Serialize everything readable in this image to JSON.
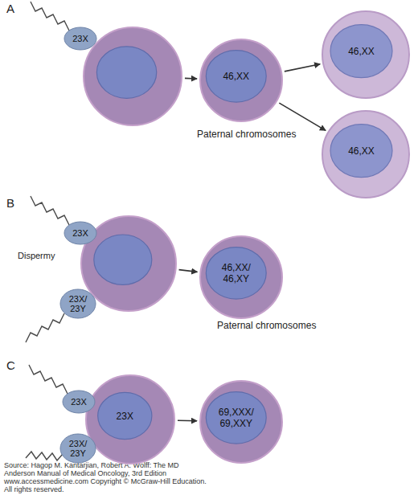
{
  "diagram": {
    "caption": "Source: Hagop M. Kantarjian, Robert A. Wolff: The MD Anderson Manual of Medical Oncology, 3rd Edition www.accessmedicine.com Copyright © McGraw-Hill Education. All rights reserved.",
    "nodes": [
      {
        "text": [
          "23X"
        ]
      },
      {
        "text": []
      },
      {
        "text": [
          "46,XX"
        ]
      },
      {
        "text": [
          "46,XX"
        ]
      },
      {
        "text": [
          "46,XX"
        ]
      },
      {
        "text": [
          "23X"
        ]
      },
      {
        "text": []
      },
      {
        "text": [
          "23X/ 23Y"
        ]
      },
      {
        "text": [
          "46,XX/ 46,XY"
        ]
      },
      {
        "text": [
          "23X"
        ]
      },
      {
        "text": [
          "23X"
        ]
      },
      {
        "text": [
          "23X/ 23Y"
        ]
      },
      {
        "text": [
          "69,XXX/ 69,XXY"
        ]
      }
    ],
    "edges": [
      {
        "from": 1,
        "to": 2,
        "arrow": "to"
      },
      {
        "from": 2,
        "to": 3,
        "arrow": "to"
      },
      {
        "from": 2,
        "to": 4,
        "arrow": "to"
      },
      {
        "from": 6,
        "to": 8,
        "arrow": "to"
      },
      {
        "from": 10,
        "to": 12,
        "arrow": "to"
      }
    ],
    "labels": [
      "A",
      "Paternal chromosomes",
      "B",
      "Dispermy",
      "Paternal chromosomes",
      "C"
    ]
  }
}
